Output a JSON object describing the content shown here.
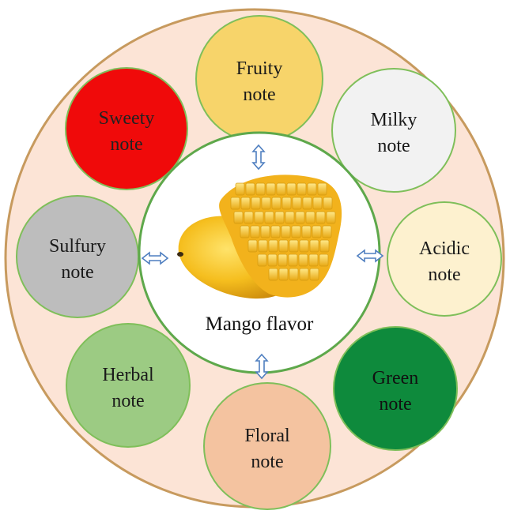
{
  "center": {
    "label": "Mango flavor",
    "image": "mango-fruit"
  },
  "notes": [
    {
      "id": "fruity",
      "line1": "Fruity",
      "line2": "note",
      "fill": "#F7D46A",
      "text_color": "#1a1a1a"
    },
    {
      "id": "milky",
      "line1": "Milky",
      "line2": "note",
      "fill": "#F2F2F2",
      "text_color": "#1a1a1a"
    },
    {
      "id": "acidic",
      "line1": "Acidic",
      "line2": "note",
      "fill": "#FDF1CF",
      "text_color": "#1a1a1a"
    },
    {
      "id": "green",
      "line1": "Green",
      "line2": "note",
      "fill": "#0E8A3C",
      "text_color": "#111111"
    },
    {
      "id": "floral",
      "line1": "Floral",
      "line2": "note",
      "fill": "#F4C3A0",
      "text_color": "#1a1a1a"
    },
    {
      "id": "herbal",
      "line1": "Herbal",
      "line2": "note",
      "fill": "#9CCB83",
      "text_color": "#1a1a1a"
    },
    {
      "id": "sulfury",
      "line1": "Sulfury",
      "line2": "note",
      "fill": "#BDBDBD",
      "text_color": "#1a1a1a"
    },
    {
      "id": "sweety",
      "line1": "Sweety",
      "line2": "note",
      "fill": "#F00A0A",
      "text_color": "#222222"
    }
  ],
  "colors": {
    "outer_ring_fill": "#FCE4D6",
    "outer_ring_stroke": "#C79A5E",
    "circle_stroke": "#7FBF5A",
    "center_stroke": "#5EA84B",
    "arrow_stroke": "#4F7FC0"
  },
  "arrows": [
    {
      "id": "arrow-top",
      "icon": "double-arrow-vertical-icon"
    },
    {
      "id": "arrow-bottom",
      "icon": "double-arrow-vertical-icon"
    },
    {
      "id": "arrow-left",
      "icon": "double-arrow-horizontal-icon"
    },
    {
      "id": "arrow-right",
      "icon": "double-arrow-horizontal-icon"
    }
  ]
}
